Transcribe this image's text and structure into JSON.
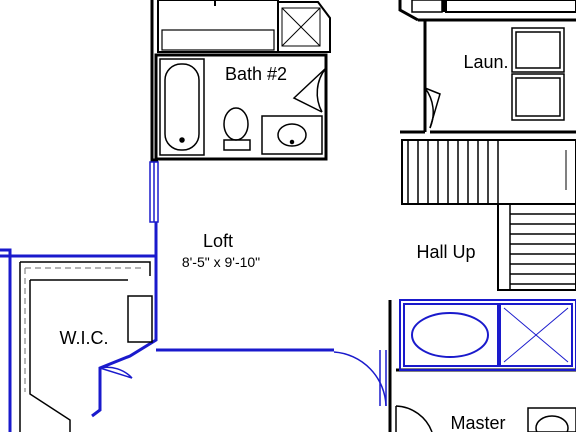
{
  "floor_plan": {
    "rooms": [
      {
        "id": "bath2",
        "name": "Bath #2"
      },
      {
        "id": "laun",
        "name": "Laun."
      },
      {
        "id": "loft",
        "name": "Loft",
        "dimensions": "8'-5\" x 9'-10\""
      },
      {
        "id": "hallup",
        "name": "Hall Up"
      },
      {
        "id": "wic",
        "name": "W.I.C."
      },
      {
        "id": "master",
        "name": "Master"
      }
    ],
    "colors": {
      "wall": "#000000",
      "highlight": "#1a1acc",
      "dashed": "#888888",
      "background": "#ffffff"
    }
  }
}
